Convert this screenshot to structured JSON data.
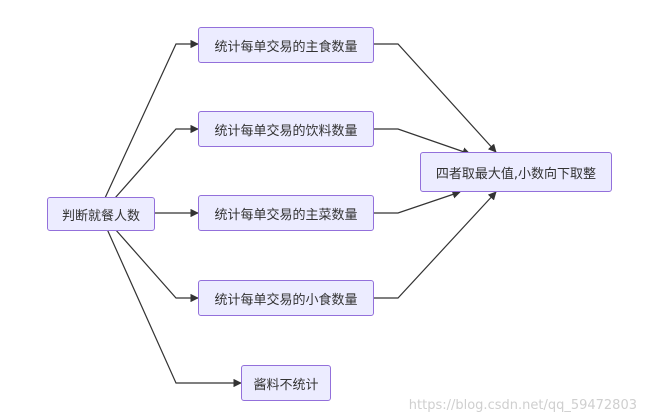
{
  "diagram": {
    "nodes": {
      "start": "判断就餐人数",
      "staple": "统计每单交易的主食数量",
      "drinks": "统计每单交易的饮料数量",
      "main_dish": "统计每单交易的主菜数量",
      "snack": "统计每单交易的小食数量",
      "sauce": "酱料不统计",
      "result": "四者取最大值,小数向下取整"
    },
    "edges": [
      {
        "from": "start",
        "to": "staple"
      },
      {
        "from": "start",
        "to": "drinks"
      },
      {
        "from": "start",
        "to": "main_dish"
      },
      {
        "from": "start",
        "to": "snack"
      },
      {
        "from": "start",
        "to": "sauce"
      },
      {
        "from": "staple",
        "to": "result"
      },
      {
        "from": "drinks",
        "to": "result"
      },
      {
        "from": "main_dish",
        "to": "result"
      },
      {
        "from": "snack",
        "to": "result"
      }
    ],
    "colors": {
      "node_fill": "#ECECFF",
      "node_border": "#9370DB",
      "edge": "#333333"
    }
  },
  "watermark": "https://blog.csdn.net/qq_59472803"
}
